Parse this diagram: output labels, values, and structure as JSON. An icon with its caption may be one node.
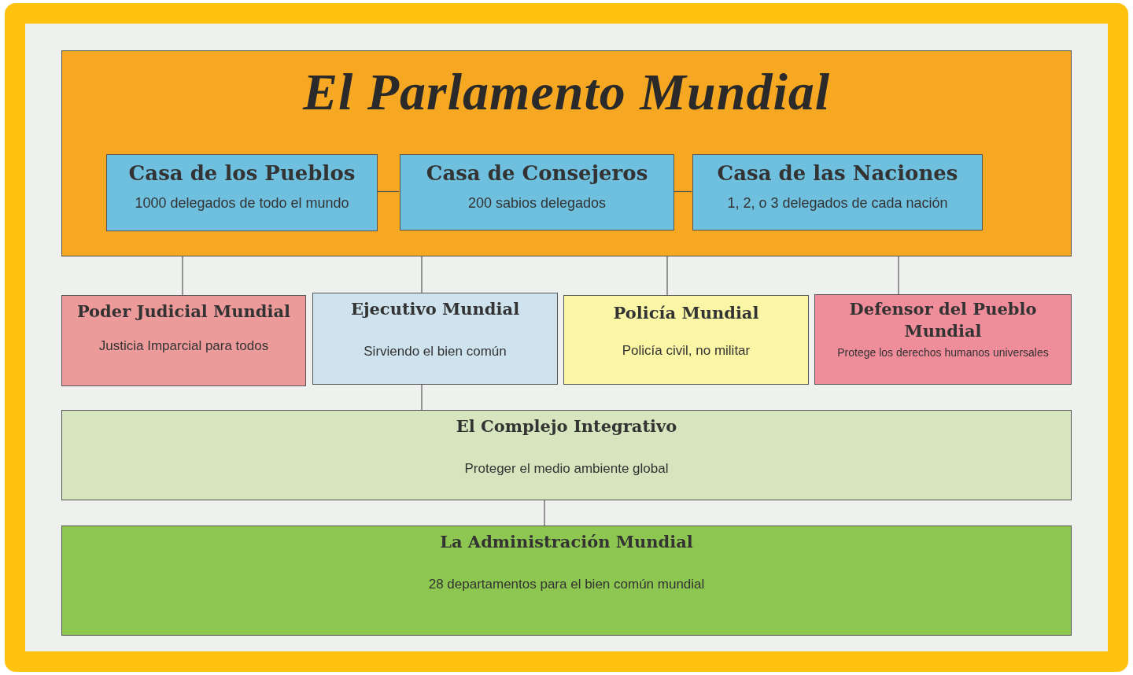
{
  "diagram": {
    "nodes": [
      {
        "text": [
          "El Parlamento Mundial"
        ]
      },
      {
        "text": [
          "Casa de los Pueblos",
          "1000 delegados de todo el mundo"
        ],
        "in": 0
      },
      {
        "text": [
          "Casa de Consejeros",
          "200 sabios delegados"
        ],
        "in": 0
      },
      {
        "text": [
          "Casa de las Naciones",
          "1, 2, o 3 delegados de cada nación"
        ],
        "in": 0
      },
      {
        "text": [
          "Poder Judicial Mundial",
          "Justicia Imparcial para todos"
        ]
      },
      {
        "text": [
          "Ejecutivo Mundial",
          "Sirviendo el bien común"
        ]
      },
      {
        "text": [
          "Policía Mundial",
          "Policía civil, no militar"
        ]
      },
      {
        "text": [
          "Defensor del Pueblo Mundial",
          "Protege los derechos humanos universales"
        ]
      },
      {
        "text": [
          "El Complejo Integrativo",
          "Proteger el medio ambiente global"
        ]
      },
      {
        "text": [
          "La Administración Mundial",
          "28 departamentos para el bien común mundial"
        ]
      }
    ],
    "edges": [
      {
        "from": 1,
        "to": 2,
        "arrow": "none"
      },
      {
        "from": 2,
        "to": 3,
        "arrow": "none"
      },
      {
        "from": 0,
        "to": 4,
        "arrow": "none"
      },
      {
        "from": 0,
        "to": 5,
        "arrow": "none"
      },
      {
        "from": 0,
        "to": 6,
        "arrow": "none"
      },
      {
        "from": 0,
        "to": 7,
        "arrow": "none"
      },
      {
        "from": 5,
        "to": 8,
        "arrow": "none"
      },
      {
        "from": 8,
        "to": 9,
        "arrow": "none"
      }
    ]
  }
}
